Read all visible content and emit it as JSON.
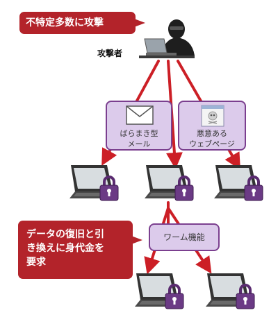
{
  "callouts": {
    "top": "不特定多数に攻撃",
    "bottom_line1": "データの復旧と引",
    "bottom_line2": "き換えに身代金を",
    "bottom_line3": "要求"
  },
  "attacker": {
    "label": "攻撃者",
    "icon": "hacker-at-laptop-icon"
  },
  "vectors": {
    "mail_line1": "ばらまき型",
    "mail_line2": "メール",
    "mail_icon": "envelope-icon",
    "web_line1": "悪意ある",
    "web_line2": "ウェブページ",
    "web_icon": "skull-webpage-icon"
  },
  "worm": {
    "label": "ワーム機能"
  },
  "victims": {
    "icon": "locked-laptop-icon"
  },
  "colors": {
    "arrow": "#cc1f26",
    "callout": "#b3232a",
    "box_fill": "#dccbeb",
    "box_border": "#7b3f8f",
    "lock": "#5a2b70"
  }
}
